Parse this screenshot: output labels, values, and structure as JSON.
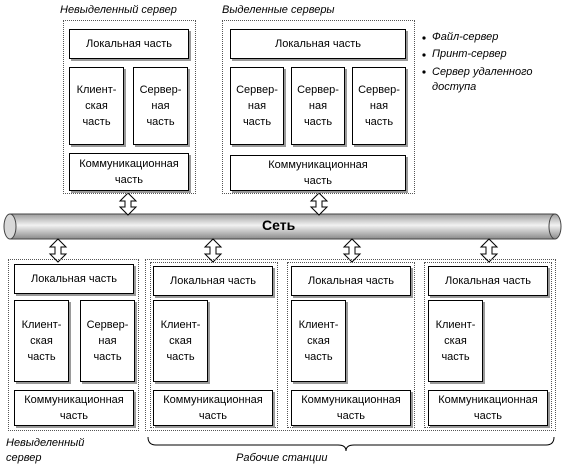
{
  "top": {
    "nondedicated_caption": "Невыделенный сервер",
    "dedicated_caption": "Выделенные серверы",
    "bullets": [
      "Файл-сервер",
      "Принт-сервер",
      "Сервер удаленного доступа"
    ]
  },
  "network_label": "Сеть",
  "labels": {
    "local": "Локальная часть",
    "client": "Клиент-\nская\nчасть",
    "server": "Сервер-\nная\nчасть",
    "comm": "Коммуникационная\nчасть"
  },
  "bottom": {
    "nondedicated_caption": "Невыделенный\nсервер",
    "workstations_caption": "Рабочие станции"
  }
}
